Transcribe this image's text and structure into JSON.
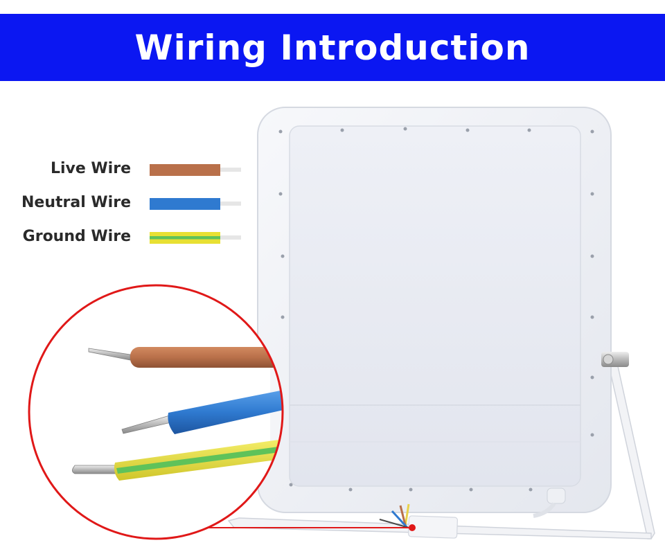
{
  "header": {
    "title": "Wiring Introduction",
    "background_color": "#0b17f2"
  },
  "legend": {
    "items": [
      {
        "label": "Live Wire",
        "color": "#b9704a"
      },
      {
        "label": "Neutral Wire",
        "color": "#2f7ad0"
      },
      {
        "label": "Ground Wire",
        "color": "#e8e033",
        "stripe_color": "#5fc25a"
      }
    ]
  },
  "callout_color": "#e01818"
}
